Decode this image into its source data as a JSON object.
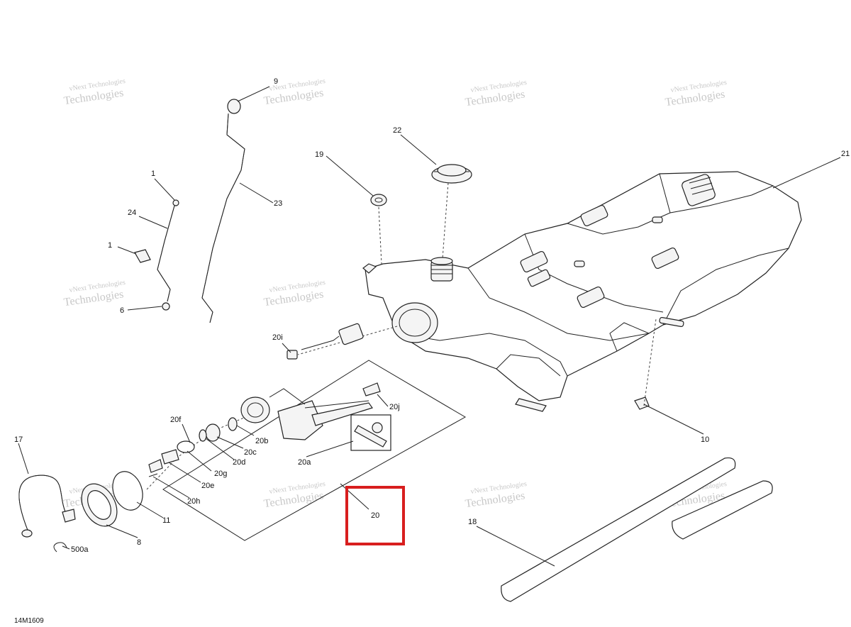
{
  "diagram": {
    "code": "14M1609",
    "watermark": {
      "line1": "vNext Technologies",
      "line2": "Technologies"
    },
    "callouts": [
      {
        "id": "c9",
        "label": "9"
      },
      {
        "id": "c22",
        "label": "22"
      },
      {
        "id": "c19",
        "label": "19"
      },
      {
        "id": "c21",
        "label": "21"
      },
      {
        "id": "c1a",
        "label": "1"
      },
      {
        "id": "c24",
        "label": "24"
      },
      {
        "id": "c23",
        "label": "23"
      },
      {
        "id": "c1b",
        "label": "1"
      },
      {
        "id": "c6",
        "label": "6"
      },
      {
        "id": "c20i",
        "label": "20i"
      },
      {
        "id": "c20j",
        "label": "20j"
      },
      {
        "id": "c20f",
        "label": "20f"
      },
      {
        "id": "c20b",
        "label": "20b"
      },
      {
        "id": "c20c",
        "label": "20c"
      },
      {
        "id": "c20d",
        "label": "20d"
      },
      {
        "id": "c20g",
        "label": "20g"
      },
      {
        "id": "c20e",
        "label": "20e"
      },
      {
        "id": "c20a",
        "label": "20a"
      },
      {
        "id": "c20h",
        "label": "20h"
      },
      {
        "id": "c17",
        "label": "17"
      },
      {
        "id": "c11",
        "label": "11"
      },
      {
        "id": "c20",
        "label": "20"
      },
      {
        "id": "c8",
        "label": "8"
      },
      {
        "id": "c500a",
        "label": "500a"
      },
      {
        "id": "c10",
        "label": "10"
      },
      {
        "id": "c18",
        "label": "18"
      }
    ],
    "highlight": {
      "label": "20",
      "color": "#d81e1e"
    }
  }
}
